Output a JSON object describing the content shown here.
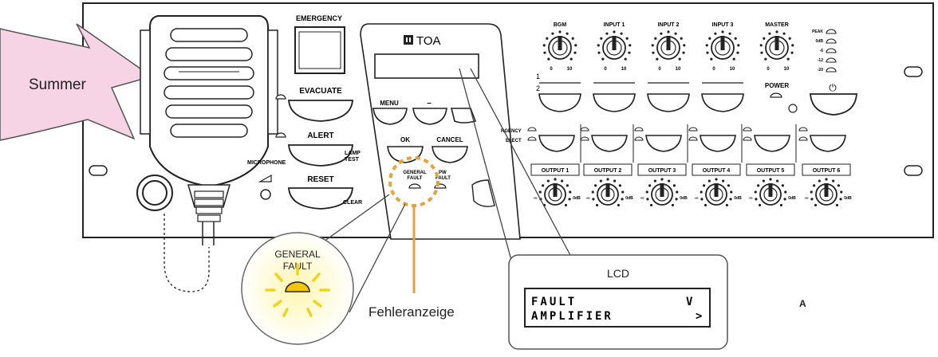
{
  "callouts": {
    "summer": "Summer",
    "lcd_title": "LCD",
    "fehleranzeige": "Fehleranzeige",
    "general_fault_line1": "GENERAL",
    "general_fault_line2": "FAULT",
    "figure_letter": "A"
  },
  "lcd_display": {
    "line1_text": "FAULT",
    "line1_symbol": "V",
    "line2_text": "AMPLIFIER",
    "line2_symbol": ">"
  },
  "panel": {
    "brand": "TOA",
    "emergency": "EMERGENCY",
    "evacuate": "EVACUATE",
    "alert": "ALERT",
    "reset": "RESET",
    "lamp_test_1": "LAMP",
    "lamp_test_2": "TEST",
    "clear": "CLEAR",
    "microphone": "MICROPHONE",
    "menu": "MENU",
    "minus": "–",
    "ok": "OK",
    "cancel": "CANCEL",
    "gen_fault_1": "GENERAL",
    "gen_fault_2": "FAULT",
    "pw_fault_1": "PW",
    "pw_fault_2": "FAULT",
    "emergency_select_1": "RGENCY",
    "emergency_select_2": "ELECT",
    "row1": "1",
    "row2": "2",
    "power": "POWER",
    "power_symbol": "⏻",
    "knob_min": "0",
    "knob_max": "10",
    "out_min": "-∞",
    "out_max": "0dB",
    "knobs": [
      "BGM",
      "INPUT 1",
      "INPUT 2",
      "INPUT 3",
      "MASTER"
    ],
    "outputs": [
      "OUTPUT 1",
      "OUTPUT 2",
      "OUTPUT 3",
      "OUTPUT 4",
      "OUTPUT 5",
      "OUTPUT 6"
    ],
    "meter": [
      "PEAK",
      "0dB",
      "-6",
      "-12",
      "-20"
    ]
  }
}
